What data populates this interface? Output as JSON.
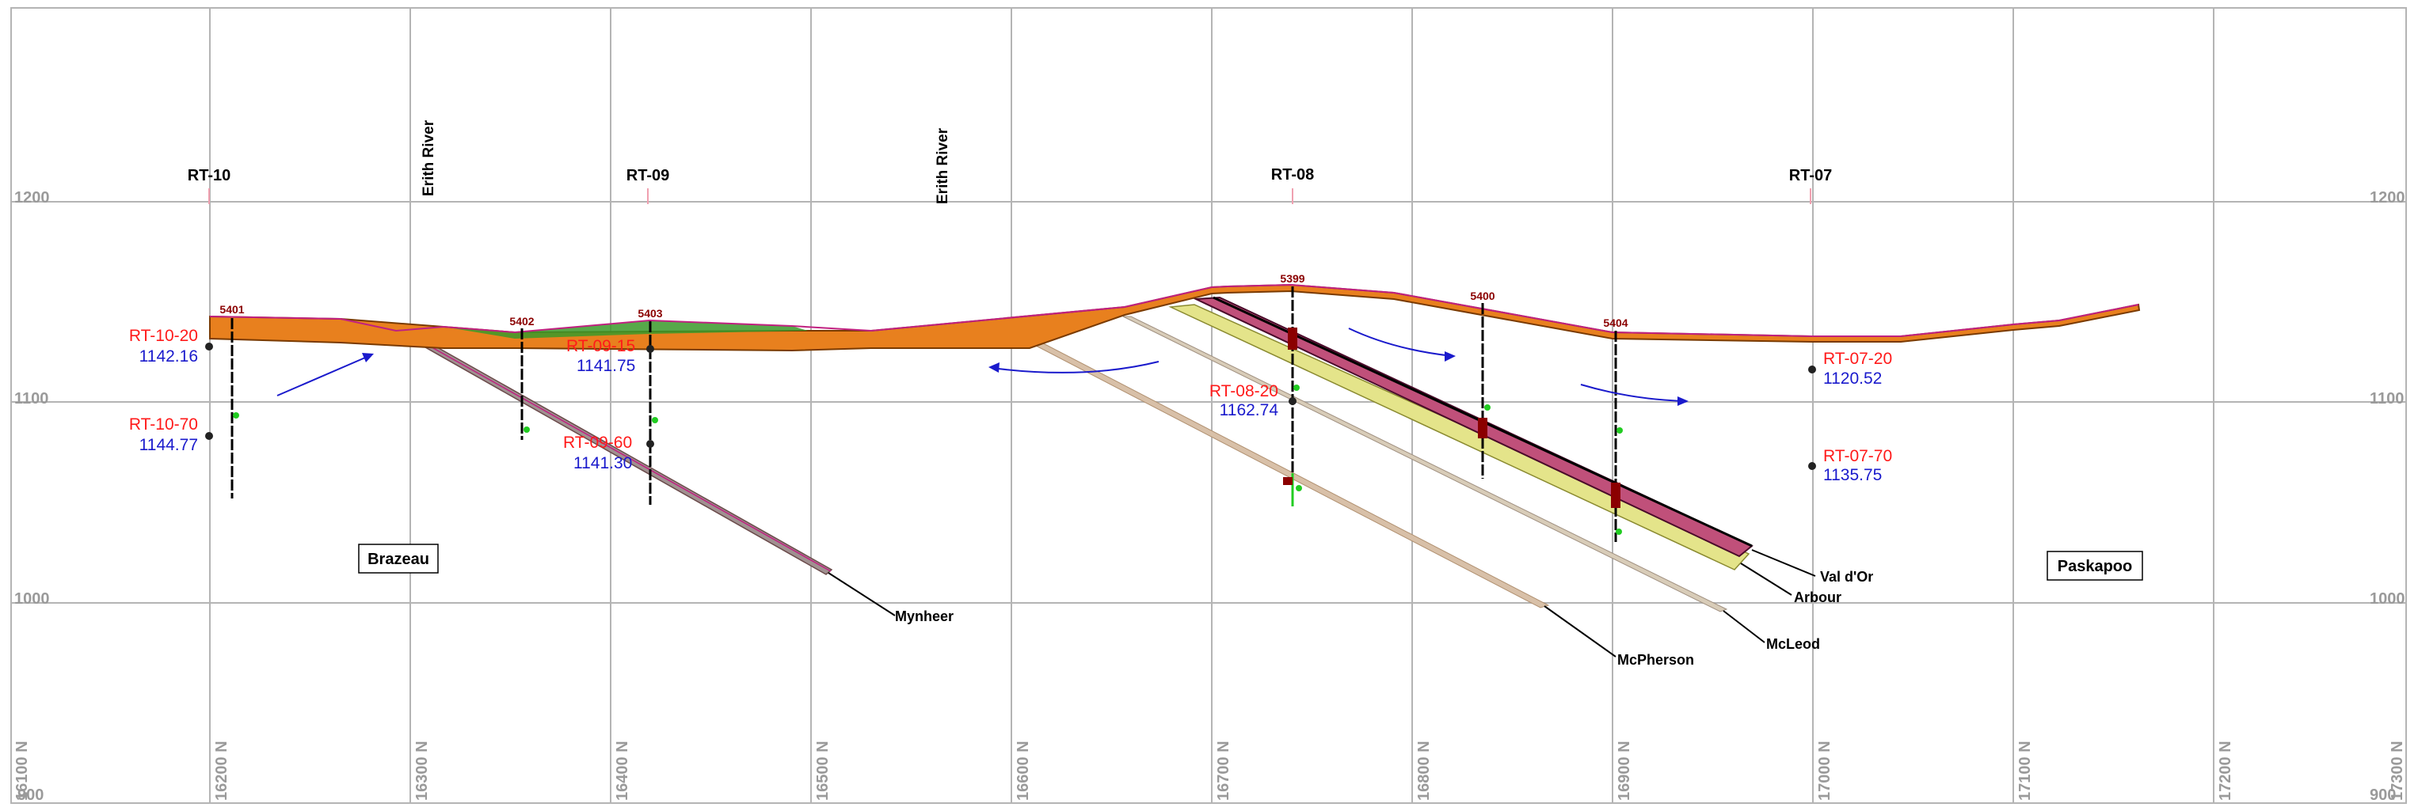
{
  "northing_labels": [
    "16100 N",
    "16200 N",
    "16300 N",
    "16400 N",
    "16500 N",
    "16600 N",
    "16700 N",
    "16800 N",
    "16900 N",
    "17000 N",
    "17100 N",
    "17200 N",
    "17300 N"
  ],
  "elevation_labels": [
    "1200",
    "1100",
    "1000",
    "900"
  ],
  "section_labels": [
    "RT-10",
    "RT-09",
    "RT-08",
    "RT-07"
  ],
  "rivers": [
    "Erith River",
    "Erith River"
  ],
  "hole_ids": [
    "5401",
    "5402",
    "5403",
    "5399",
    "5400",
    "5404"
  ],
  "piezometers": [
    {
      "name": "RT-10-20",
      "value": "1142.16"
    },
    {
      "name": "RT-10-70",
      "value": "1144.77"
    },
    {
      "name": "RT-09-15",
      "value": "1141.75"
    },
    {
      "name": "RT-09-60",
      "value": "1141.30"
    },
    {
      "name": "RT-08-20",
      "value": "1162.74"
    },
    {
      "name": "RT-07-20",
      "value": "1120.52"
    },
    {
      "name": "RT-07-70",
      "value": "1135.75"
    }
  ],
  "formations": [
    "Brazeau",
    "Paskapoo"
  ],
  "seams": [
    "Mynheer",
    "McPherson",
    "McLeod",
    "Val d'Or",
    "Arbour"
  ],
  "colors": {
    "overburden": "#e8801e",
    "ground_line": "#c02080",
    "till": "#3a9a2a",
    "seam_pink": "#c0507a",
    "seam_yellow": "#e4e48a",
    "seam_grey": "#a09090",
    "seam_tan": "#d8c0a8",
    "arrow": "#1a1acc"
  }
}
